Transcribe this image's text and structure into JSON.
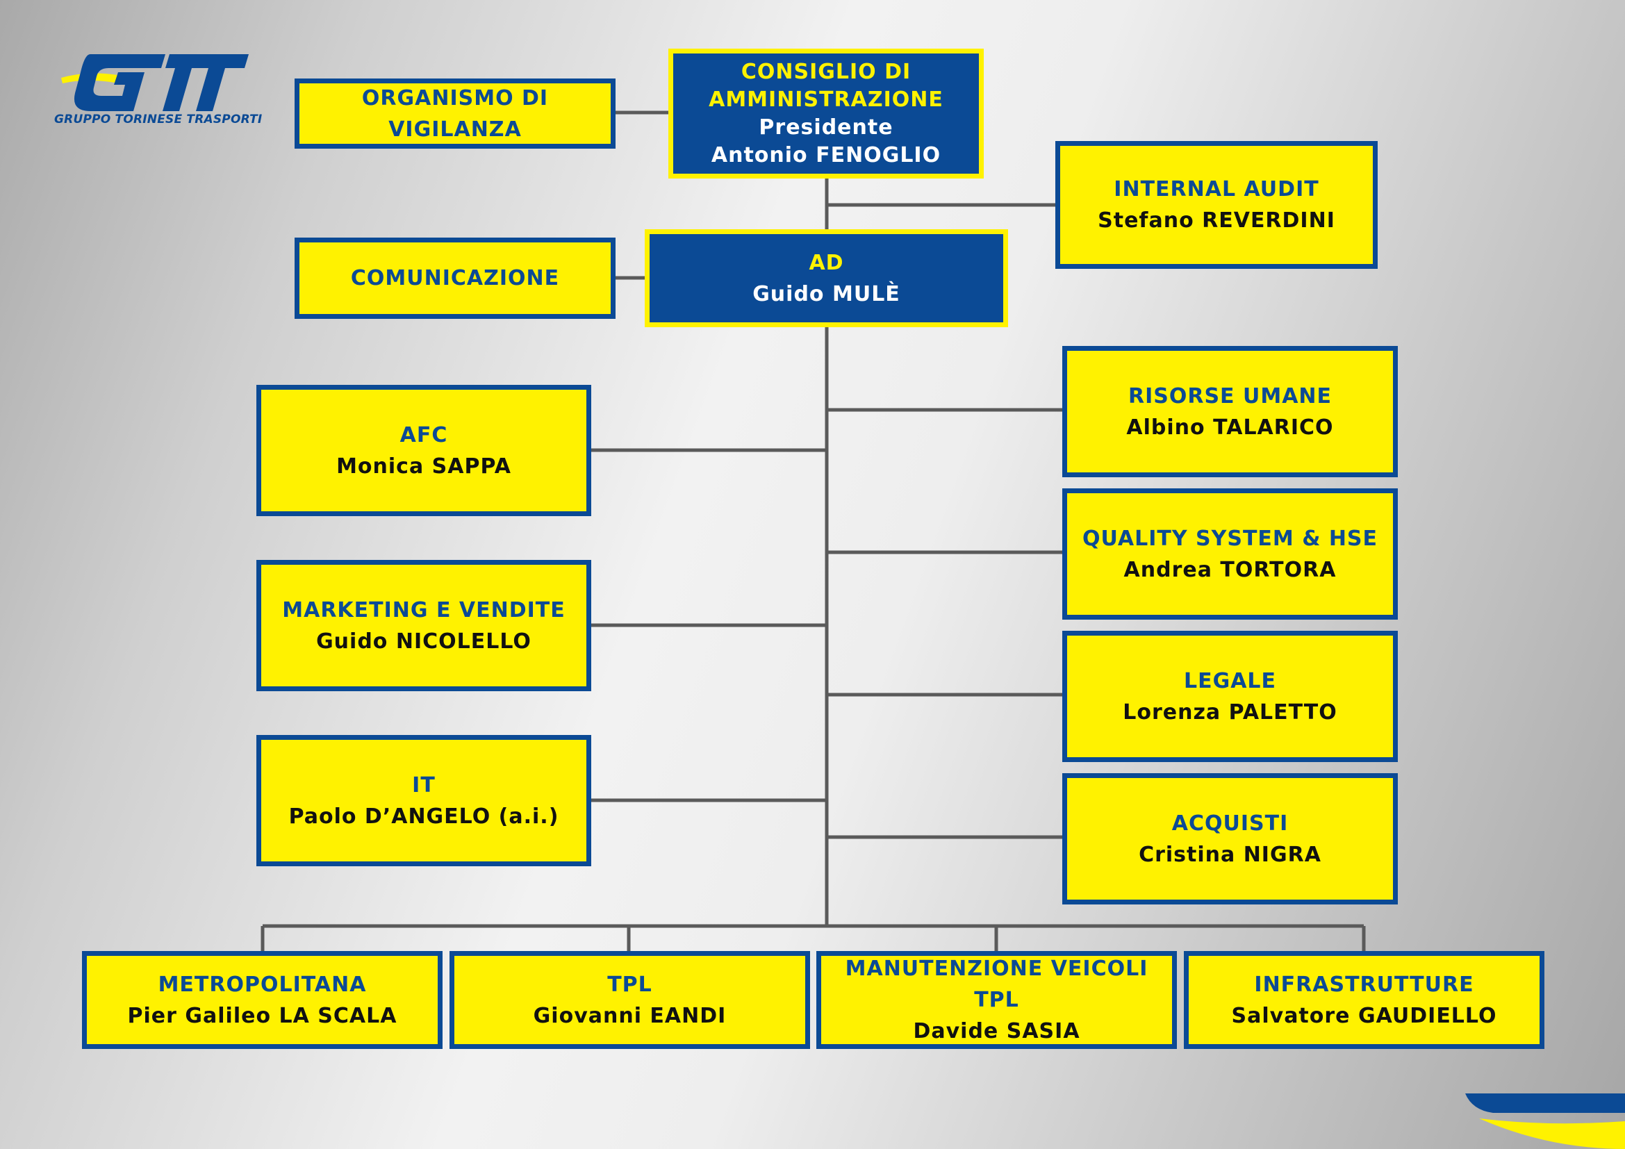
{
  "logo": {
    "mark": "GTT",
    "tagline": "GRUPPO TORINESE TRASPORTI"
  },
  "colors": {
    "accent_blue": "#0b4a95",
    "accent_yellow": "#fff200",
    "connector": "#5a5a5a"
  },
  "board": {
    "title_1": "CONSIGLIO DI",
    "title_2": "AMMINISTRAZIONE",
    "role": "Presidente",
    "name": "Antonio FENOGLIO"
  },
  "ceo": {
    "title": "AD",
    "name": "Guido MULÈ"
  },
  "staff": {
    "vigilanza": {
      "title": "ORGANISMO DI VIGILANZA"
    },
    "comunicazione": {
      "title": "COMUNICAZIONE"
    },
    "audit": {
      "title": "INTERNAL AUDIT",
      "name": "Stefano REVERDINI"
    }
  },
  "left_units": [
    {
      "title": "AFC",
      "name": "Monica SAPPA"
    },
    {
      "title": "MARKETING E VENDITE",
      "name": "Guido NICOLELLO"
    },
    {
      "title": "IT",
      "name": "Paolo D’ANGELO (a.i.)"
    }
  ],
  "right_units": [
    {
      "title": "RISORSE UMANE",
      "name": "Albino TALARICO"
    },
    {
      "title": "QUALITY SYSTEM & HSE",
      "name": "Andrea TORTORA"
    },
    {
      "title": "LEGALE",
      "name": "Lorenza PALETTO"
    },
    {
      "title": "ACQUISTI",
      "name": "Cristina NIGRA"
    }
  ],
  "bottom_units": [
    {
      "title": "METROPOLITANA",
      "name": "Pier Galileo LA SCALA"
    },
    {
      "title": "TPL",
      "name": "Giovanni EANDI"
    },
    {
      "title": "MANUTENZIONE VEICOLI TPL",
      "name": "Davide SASIA"
    },
    {
      "title": "INFRASTRUTTURE",
      "name": "Salvatore GAUDIELLO"
    }
  ]
}
